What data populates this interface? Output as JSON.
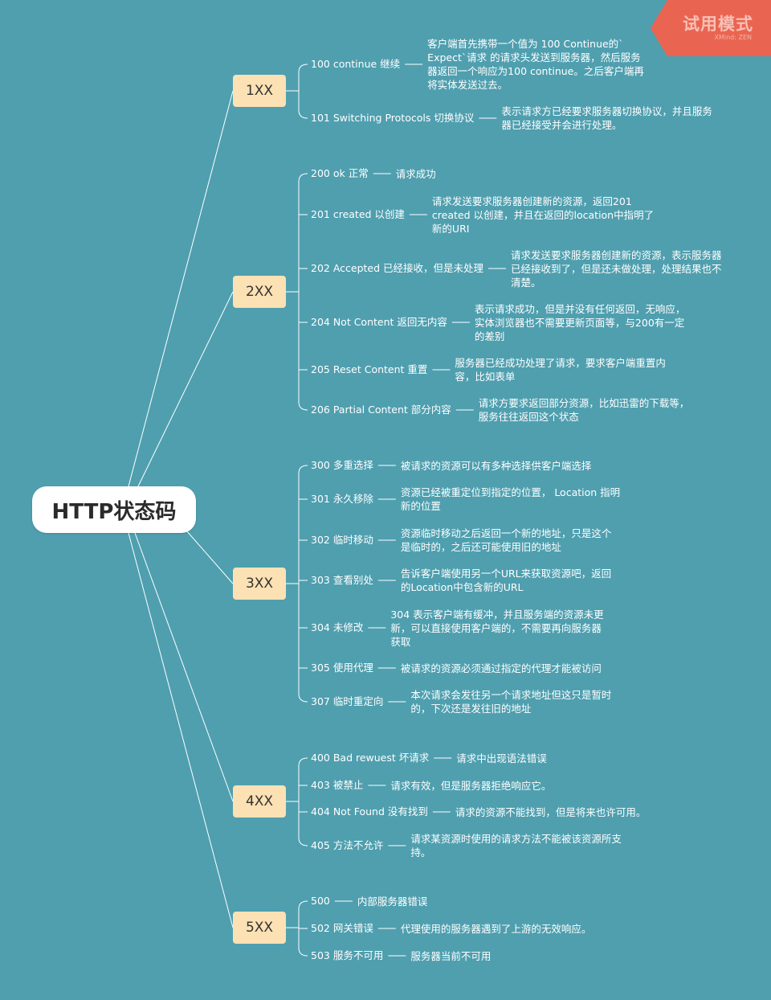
{
  "root": "HTTP状态码",
  "trial": {
    "title": "试用模式",
    "brand": "XMind: ZEN"
  },
  "categories": [
    {
      "name": "1XX",
      "items": [
        {
          "label": "100 continue 继续",
          "desc": "客户端首先携带一个值为 100 Continue的`\nExpect`请求 的请求头发送到服务器，然后服务\n器返回一个响应为100 continue。之后客户端再\n将实体发送过去。"
        },
        {
          "label": "101 Switching Protocols 切换协议",
          "desc": "表示请求方已经要求服务器切换协议，并且服务\n器已经接受并会进行处理。"
        }
      ]
    },
    {
      "name": "2XX",
      "items": [
        {
          "label": "200 ok 正常",
          "desc": "请求成功"
        },
        {
          "label": "201  created 以创建",
          "desc": "请求发送要求服务器创建新的资源，返回201\ncreated 以创建，并且在返回的location中指明了\n新的URI"
        },
        {
          "label": "202 Accepted 已经接收，但是未处理",
          "desc": "请求发送要求服务器创建新的资源，表示服务器\n已经接收到了，但是还未做处理，处理结果也不\n清楚。"
        },
        {
          "label": "204 Not Content 返回无内容",
          "desc": "表示请求成功，但是并没有任何返回，无响应，\n实体浏览器也不需要更新页面等，与200有一定\n的差别"
        },
        {
          "label": "205 Reset Content 重置",
          "desc": "服务器已经成功处理了请求，要求客户端重置内\n容，比如表单"
        },
        {
          "label": "206 Partial Content  部分内容",
          "desc": "请求方要求返回部分资源，比如迅雷的下载等，\n服务往往返回这个状态"
        }
      ]
    },
    {
      "name": "3XX",
      "items": [
        {
          "label": "300 多重选择",
          "desc": "被请求的资源可以有多种选择供客户端选择"
        },
        {
          "label": "301 永久移除",
          "desc": "资源已经被重定位到指定的位置，  Location 指明\n新的位置"
        },
        {
          "label": "302  临时移动",
          "desc": "资源临时移动之后返回一个新的地址，只是这个\n是临时的，之后还可能使用旧的地址"
        },
        {
          "label": "303 查看别处",
          "desc": "告诉客户端使用另一个URL来获取资源吧，返回\n的Location中包含新的URL"
        },
        {
          "label": "304  未修改",
          "desc": "304 表示客户端有缓冲，并且服务端的资源未更\n新，可以直接使用客户端的，不需要再向服务器\n获取"
        },
        {
          "label": "305  使用代理",
          "desc": "被请求的资源必须通过指定的代理才能被访问"
        },
        {
          "label": "307 临时重定向",
          "desc": "本次请求会发往另一个请求地址但这只是暂时\n的，下次还是发往旧的地址"
        }
      ]
    },
    {
      "name": "4XX",
      "items": [
        {
          "label": "400 Bad rewuest  坏请求",
          "desc": "请求中出现语法错误"
        },
        {
          "label": "403 被禁止",
          "desc": "请求有效，但是服务器拒绝响应它。"
        },
        {
          "label": "404 Not Found 没有找到",
          "desc": "请求的资源不能找到，但是将来也许可用。"
        },
        {
          "label": "405 方法不允许",
          "desc": "请求某资源时使用的请求方法不能被该资源所支\n持。"
        }
      ]
    },
    {
      "name": "5XX",
      "items": [
        {
          "label": "500",
          "desc": "内部服务器错误"
        },
        {
          "label": "502 网关错误",
          "desc": "代理使用的服务器遇到了上游的无效响应。"
        },
        {
          "label": "503 服务不可用",
          "desc": "服务器当前不可用"
        }
      ]
    }
  ]
}
